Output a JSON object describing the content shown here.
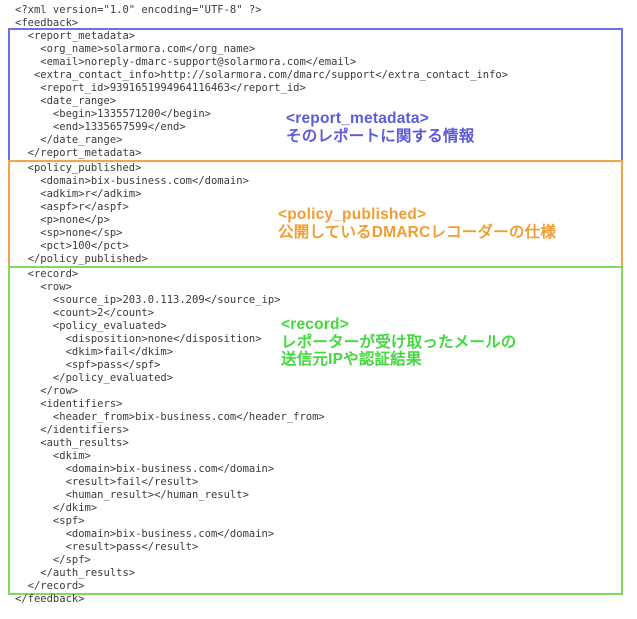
{
  "document": {
    "prolog": [
      "<?xml version=\"1.0\" encoding=\"UTF-8\" ?>",
      "<feedback>"
    ],
    "sections": {
      "report_metadata": [
        "  <report_metadata>",
        "    <org_name>solarmora.com</org_name>",
        "    <email>noreply-dmarc-support@solarmora.com</email>",
        "   <extra_contact_info>http://solarmora.com/dmarc/support</extra_contact_info>",
        "    <report_id>9391651994964116463</report_id>",
        "    <date_range>",
        "      <begin>1335571200</begin>",
        "      <end>1335657599</end>",
        "    </date_range>",
        "  </report_metadata>"
      ],
      "policy_published": [
        "  <policy_published>",
        "    <domain>bix-business.com</domain>",
        "    <adkim>r</adkim>",
        "    <aspf>r</aspf>",
        "    <p>none</p>",
        "    <sp>none</sp>",
        "    <pct>100</pct>",
        "  </policy_published>"
      ],
      "record": [
        "  <record>",
        "    <row>",
        "      <source_ip>203.0.113.209</source_ip>",
        "      <count>2</count>",
        "      <policy_evaluated>",
        "        <disposition>none</disposition>",
        "        <dkim>fail</dkim>",
        "        <spf>pass</spf>",
        "      </policy_evaluated>",
        "    </row>",
        "    <identifiers>",
        "      <header_from>bix-business.com</header_from>",
        "    </identifiers>",
        "    <auth_results>",
        "      <dkim>",
        "        <domain>bix-business.com</domain>",
        "        <result>fail</result>",
        "        <human_result></human_result>",
        "      </dkim>",
        "      <spf>",
        "        <domain>bix-business.com</domain>",
        "        <result>pass</result>",
        "      </spf>",
        "    </auth_results>",
        "  </record>"
      ]
    },
    "epilog": [
      "</feedback>"
    ]
  },
  "annotations": {
    "report_metadata": {
      "tag": "<report_metadata>",
      "desc": [
        "そのレポートに関する情報"
      ]
    },
    "policy_published": {
      "tag": "<policy_published>",
      "desc": [
        "公開しているDMARCレコーダーの仕様"
      ]
    },
    "record": {
      "tag": "<record>",
      "desc": [
        "レポーターが受け取ったメールの",
        "送信元IPや認証結果"
      ]
    }
  },
  "colors": {
    "code-text": "#3b3b3b",
    "blue-border": "#7070e0",
    "blue-text": "#5b5bdb",
    "orange-border": "#f0a64f",
    "orange-text": "#f29d33",
    "green-border": "#7edb5e",
    "green-text": "#42d83e",
    "background": "#ffffff"
  }
}
